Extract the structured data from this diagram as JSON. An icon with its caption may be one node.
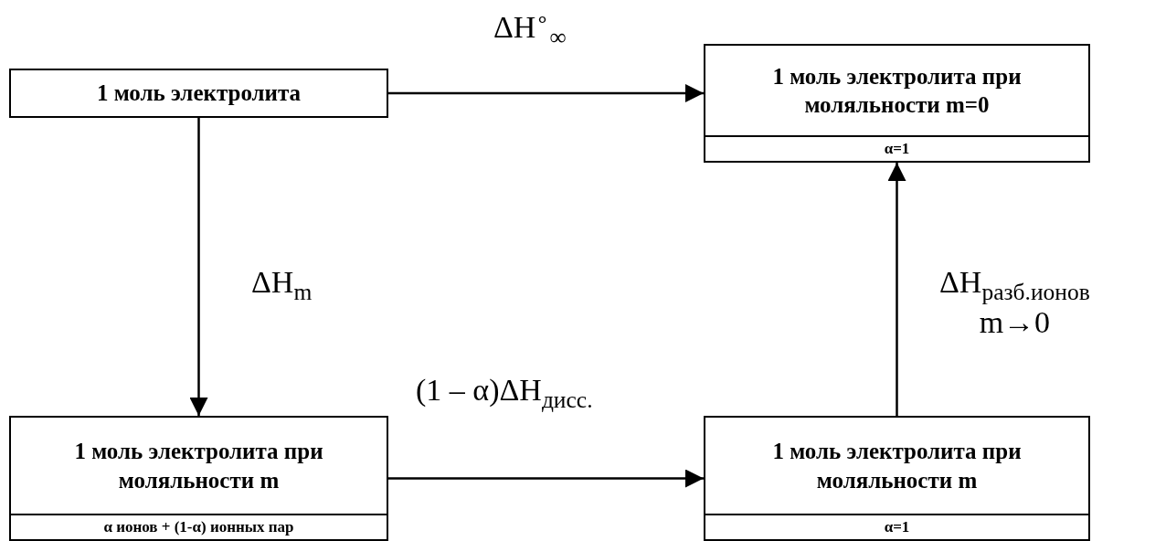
{
  "diagram": {
    "nodes": [
      {
        "text": [
          "1 моль электролита"
        ]
      },
      {
        "text": [
          "1 моль электролита при моляльности m=0",
          "α=1"
        ]
      },
      {
        "text": [
          "1 моль электролита при моляльности m",
          "α ионов + (1-α) ионных пар"
        ]
      },
      {
        "text": [
          "1 моль электролита при моляльности m",
          "α=1"
        ]
      }
    ],
    "edges": [
      {
        "from": 0,
        "to": 1,
        "arrow": "to",
        "label": "ΔH$^{∘}$$_{∞}$"
      },
      {
        "from": 0,
        "to": 2,
        "arrow": "to",
        "label": "ΔH$_{m}$"
      },
      {
        "from": 2,
        "to": 3,
        "arrow": "to",
        "label": "(1 – α)ΔH$_{дисс.}$"
      },
      {
        "from": 3,
        "to": 1,
        "arrow": "to",
        "label": "ΔH$_{разб.ионов}$ m→0"
      }
    ]
  }
}
